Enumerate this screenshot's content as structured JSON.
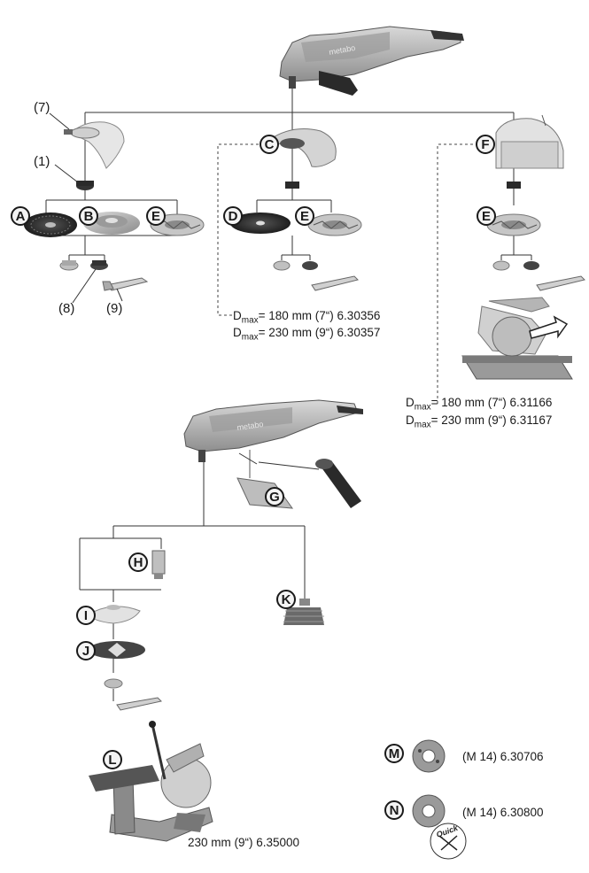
{
  "parts": {
    "p7": "(7)",
    "p1": "(1)",
    "p8": "(8)",
    "p9": "(9)"
  },
  "badges": {
    "A": "A",
    "B": "B",
    "C": "C",
    "D": "D",
    "E": "E",
    "F": "F",
    "G": "G",
    "H": "H",
    "I": "I",
    "J": "J",
    "K": "K",
    "L": "L",
    "M": "M",
    "N": "N"
  },
  "guard_c": {
    "line1_prefix": "D",
    "line1_sub": "max",
    "line1_rest": "= 180 mm (7“)  6.30356",
    "line2_prefix": "D",
    "line2_sub": "max",
    "line2_rest": "= 230 mm (9“)  6.30357"
  },
  "guard_f": {
    "line1_prefix": "D",
    "line1_sub": "max",
    "line1_rest": "= 180 mm (7“)  6.31166",
    "line2_prefix": "D",
    "line2_sub": "max",
    "line2_rest": "= 230 mm (9“)  6.31167"
  },
  "stand_l": "230 mm (9“) 6.35000",
  "nut_m": "(M 14) 6.30706",
  "nut_n": "(M 14) 6.30800",
  "quick_text": "Quick",
  "brand_text": "metabo",
  "colors": {
    "line": "#333333",
    "body": "#b8b8b8",
    "dark": "#2a2a2a",
    "badge_bg": "#f4f4f4"
  }
}
